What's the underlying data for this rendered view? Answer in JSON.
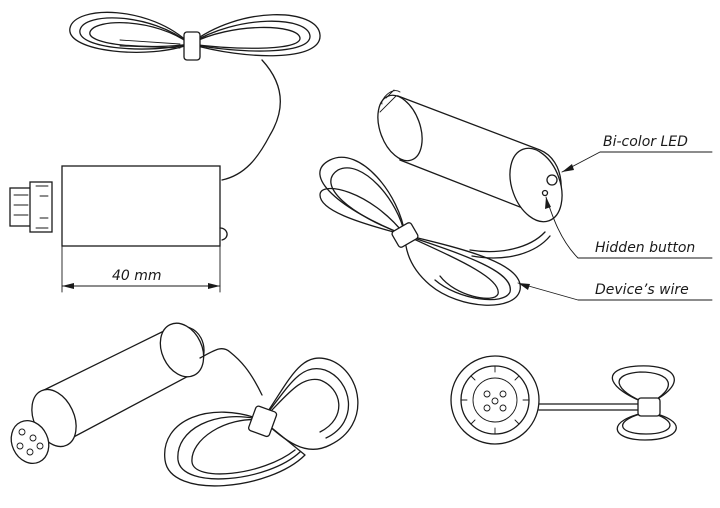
{
  "labels": {
    "dimension": "40 mm",
    "bi_color_led": "Bi-color LED",
    "hidden_button": "Hidden button",
    "devices_wire": "Device’s wire"
  }
}
